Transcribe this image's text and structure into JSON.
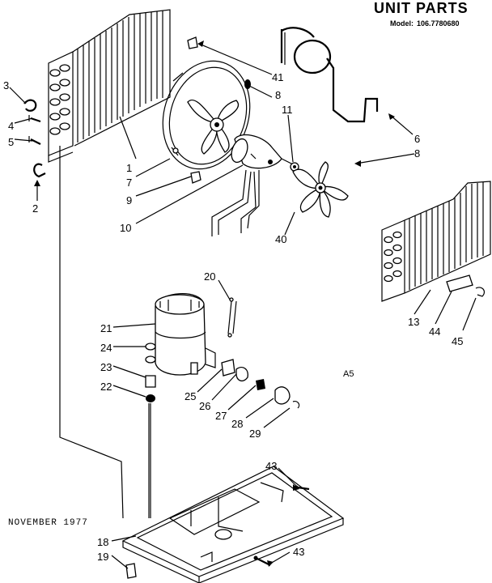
{
  "header": {
    "title": "UNIT PARTS",
    "model_label": "Model:",
    "model_number": "106.7780680"
  },
  "footer": {
    "date": "NOVEMBER 1977",
    "code": "A5"
  },
  "callouts": [
    {
      "id": "c3",
      "label": "3"
    },
    {
      "id": "c4",
      "label": "4"
    },
    {
      "id": "c5",
      "label": "5"
    },
    {
      "id": "c2",
      "label": "2"
    },
    {
      "id": "c1",
      "label": "1"
    },
    {
      "id": "c7",
      "label": "7"
    },
    {
      "id": "c9",
      "label": "9"
    },
    {
      "id": "c10",
      "label": "10"
    },
    {
      "id": "c41",
      "label": "41"
    },
    {
      "id": "c8a",
      "label": "8"
    },
    {
      "id": "c11",
      "label": "11"
    },
    {
      "id": "c6",
      "label": "6"
    },
    {
      "id": "c8b",
      "label": "8"
    },
    {
      "id": "c40",
      "label": "40"
    },
    {
      "id": "c13",
      "label": "13"
    },
    {
      "id": "c44",
      "label": "44"
    },
    {
      "id": "c45",
      "label": "45"
    },
    {
      "id": "c20",
      "label": "20"
    },
    {
      "id": "c21",
      "label": "21"
    },
    {
      "id": "c24",
      "label": "24"
    },
    {
      "id": "c23",
      "label": "23"
    },
    {
      "id": "c22",
      "label": "22"
    },
    {
      "id": "c25",
      "label": "25"
    },
    {
      "id": "c26",
      "label": "26"
    },
    {
      "id": "c27",
      "label": "27"
    },
    {
      "id": "c28",
      "label": "28"
    },
    {
      "id": "c29",
      "label": "29"
    },
    {
      "id": "c43a",
      "label": "43"
    },
    {
      "id": "c18",
      "label": "18"
    },
    {
      "id": "c19",
      "label": "19"
    },
    {
      "id": "c43b",
      "label": "43"
    }
  ]
}
